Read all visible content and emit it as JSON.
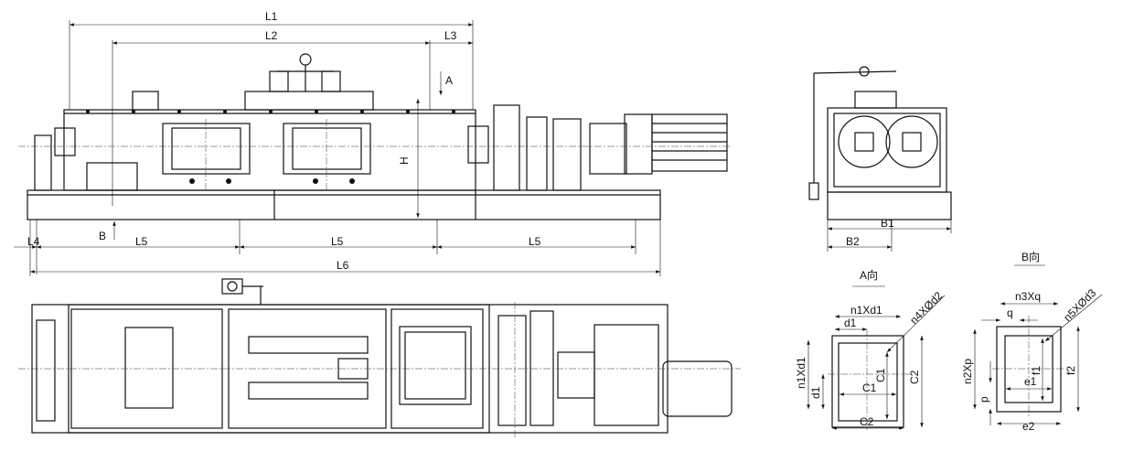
{
  "front_view": {
    "dims": {
      "L1": "L1",
      "L2": "L2",
      "L3": "L3",
      "L4": "L4",
      "L5a": "L5",
      "L5b": "L5",
      "L5c": "L5",
      "L6": "L6",
      "H": "H"
    },
    "view_arrow_a": "A",
    "view_arrow_b": "B"
  },
  "side_view": {
    "dims": {
      "B1": "B1",
      "B2": "B2"
    }
  },
  "a_view": {
    "title": "A向",
    "dims": {
      "n1xd1_top": "n1Xd1",
      "d1_top": "d1",
      "n4xd2": "n4XØd2",
      "n1xd1_side": "n1Xd1",
      "d1_side": "d1",
      "C1_h": "C1",
      "C1_v": "C1",
      "C2_bottom": "C2",
      "C2_right": "C2"
    }
  },
  "b_view": {
    "title": "B向",
    "dims": {
      "n3xq": "n3Xq",
      "q": "q",
      "n5xd3": "n5XØd3",
      "n2xp": "n2Xp",
      "p": "p",
      "e1": "e1",
      "f1": "f1",
      "e2": "e2",
      "f2": "f2"
    }
  }
}
